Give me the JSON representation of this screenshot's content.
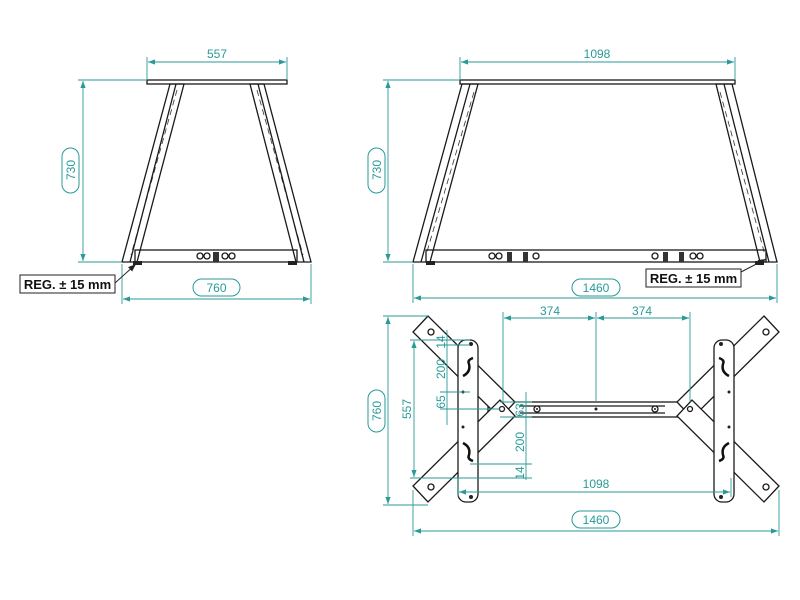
{
  "side_view": {
    "top_width": "557",
    "height": "730",
    "base_width": "760",
    "adjust_label": "REG. ± 15 mm"
  },
  "front_view": {
    "top_width": "1098",
    "height": "730",
    "base_width": "1460",
    "adjust_label": "REG. ± 15 mm"
  },
  "top_view": {
    "half_span_left": "374",
    "half_span_right": "374",
    "depth": "760",
    "plate_length": "557",
    "offset_top": "14",
    "spacing_top": "200",
    "offset_mid": "65",
    "beam_height": "63",
    "spacing_bottom": "200",
    "offset_bottom": "14",
    "plate_span": "1098",
    "overall_width": "1460"
  },
  "colors": {
    "dimension": "#2a9a98",
    "line": "#1a1a1a"
  }
}
